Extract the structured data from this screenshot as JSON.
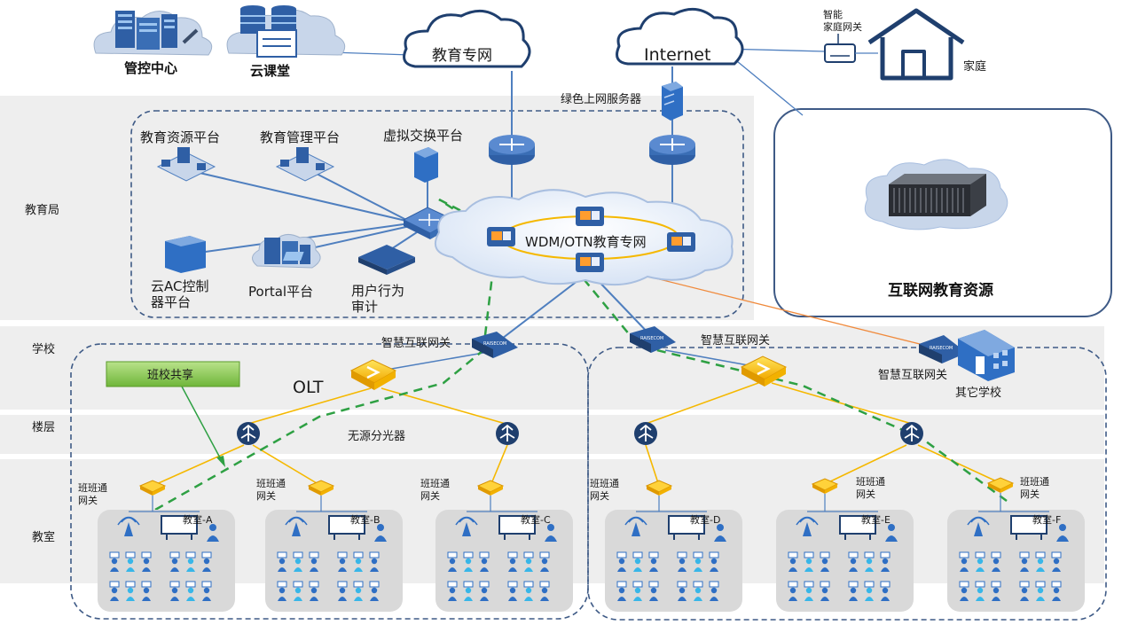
{
  "tiers": {
    "bureau": "教育局",
    "school": "学校",
    "floor": "楼层",
    "classroom": "教室"
  },
  "top": {
    "control_center": "管控中心",
    "cloud_classroom": "云课堂",
    "edu_net": "教育专网",
    "internet": "Internet",
    "smart_gateway_line1": "智能",
    "smart_gateway_line2": "家庭网关",
    "home": "家庭",
    "green_server": "绿色上网服务器"
  },
  "bureau": {
    "resource_platform": "教育资源平台",
    "management_platform": "教育管理平台",
    "virtual_exchange": "虚拟交换平台",
    "wdm_network": "WDM/OTN教育专网",
    "cloud_ac_line1": "云AC控制",
    "cloud_ac_line2": "器平台",
    "portal": "Portal平台",
    "user_audit_line1": "用户行为",
    "user_audit_line2": "审计"
  },
  "internet_resource": "互联网教育资源",
  "school": {
    "smart_gateway_left": "智慧互联网关",
    "smart_gateway_right": "智慧互联网关",
    "smart_gateway_other": "智慧互联网关",
    "other_school": "其它学校",
    "class_share": "班校共享",
    "olt": "OLT",
    "splitter": "无源分光器"
  },
  "classrooms": [
    {
      "name": "教室-A",
      "gw1": "班班通",
      "gw2": "网关"
    },
    {
      "name": "教室-B",
      "gw1": "班班通",
      "gw2": "网关"
    },
    {
      "name": "教室-C",
      "gw1": "班班通",
      "gw2": "网关"
    },
    {
      "name": "教室-D",
      "gw1": "班班通",
      "gw2": "网关"
    },
    {
      "name": "教室-E",
      "gw1": "班班通",
      "gw2": "网关"
    },
    {
      "name": "教室-F",
      "gw1": "班班通",
      "gw2": "网关"
    }
  ],
  "colors": {
    "band": "#eeeeee",
    "fiber": "#f5b800",
    "link": "#4f7fbf",
    "green_path": "#2ea043",
    "orange_link": "#f08a3c",
    "device_blue": "#2f6fc4",
    "student_light": "#38b6e8"
  }
}
